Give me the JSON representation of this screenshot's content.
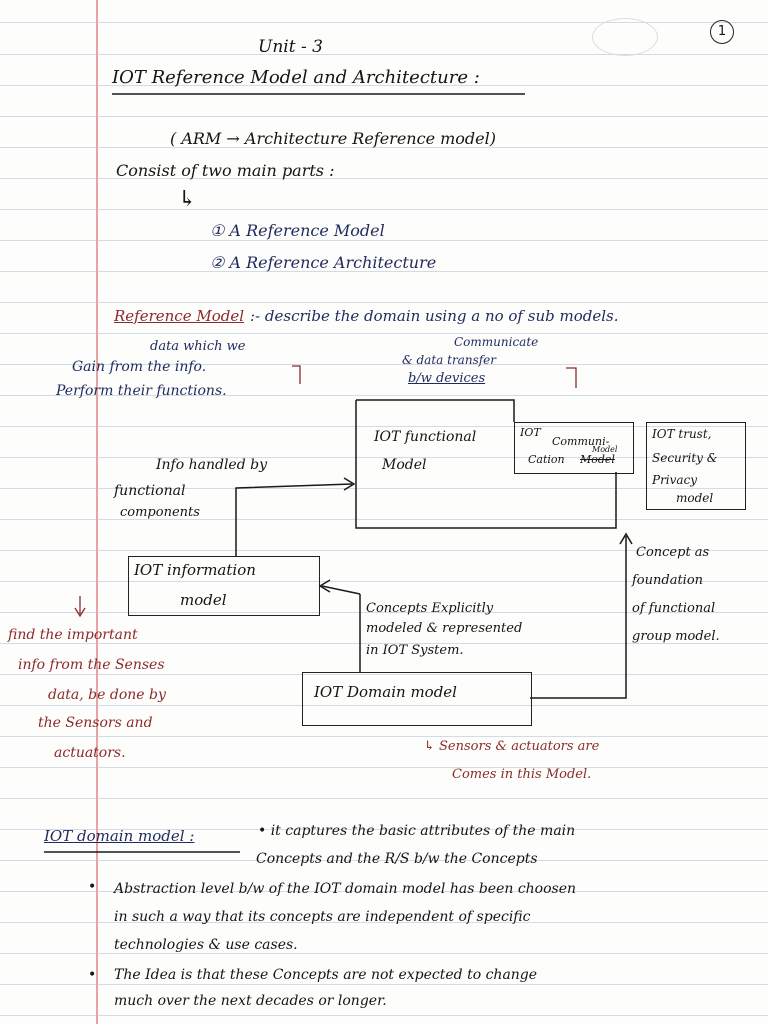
{
  "page_number": "1",
  "unit_title": "Unit - 3",
  "main_heading": "IOT Reference Model and Architecture :",
  "arm_definition": "( ARM → Architecture Reference model)",
  "consist_line": "Consist of two main parts :",
  "parts": [
    "① A Reference Model",
    "② A Reference Architecture"
  ],
  "ref_model_label": "Reference Model",
  "ref_model_desc": ":- describe the domain using a no of sub models.",
  "note_data_we": "data which we",
  "note_gain": "Gain from the info.",
  "note_perform": "Perform their functions.",
  "note_communicate": "Communicate",
  "note_data_transfer": "& data transfer",
  "note_blw_devices": "b/w devices",
  "functional_box": [
    "IOT functional",
    "Model"
  ],
  "comm_box": [
    "IOT",
    "Communi-",
    "Cation",
    "Model"
  ],
  "comm_box_struck": "Model",
  "trust_box": [
    "IOT trust,",
    "Security &",
    "Privacy",
    "model"
  ],
  "info_handled": "Info handled by",
  "func_components": [
    "functional",
    "components"
  ],
  "info_box": [
    "IOT information",
    "model"
  ],
  "concept_found": [
    "Concept as",
    "foundation",
    "of functional",
    "group model."
  ],
  "concepts_explicit": [
    "Concepts Explicitly",
    "modeled & represented",
    "in IOT System."
  ],
  "domain_box": "IOT Domain model",
  "find_important": [
    "find the important",
    "info from the Senses",
    "data, be done by",
    "the Sensors and",
    "actuators."
  ],
  "sensors_note": [
    "Sensors & actuators are",
    "Comes in this Model."
  ],
  "domain_heading": "IOT domain model :",
  "domain_point1": [
    "• it captures the basic attributes of the main",
    "Concepts and the R/S b/w the Concepts"
  ],
  "bullet2": [
    "Abstraction level b/w of the IOT domain model has been choosen",
    "in such a way that its concepts are independent of specific",
    "technologies & use cases."
  ],
  "bullet3": [
    "The Idea is that these Concepts are not expected to change",
    "much over the next decades or longer."
  ],
  "colors": {
    "ink_blue": "#1f2a5e",
    "ink_black": "#151515",
    "ink_red": "#8a2b2b",
    "margin_line": "#e7a3a3",
    "rule_line": "#d3dbe6"
  }
}
